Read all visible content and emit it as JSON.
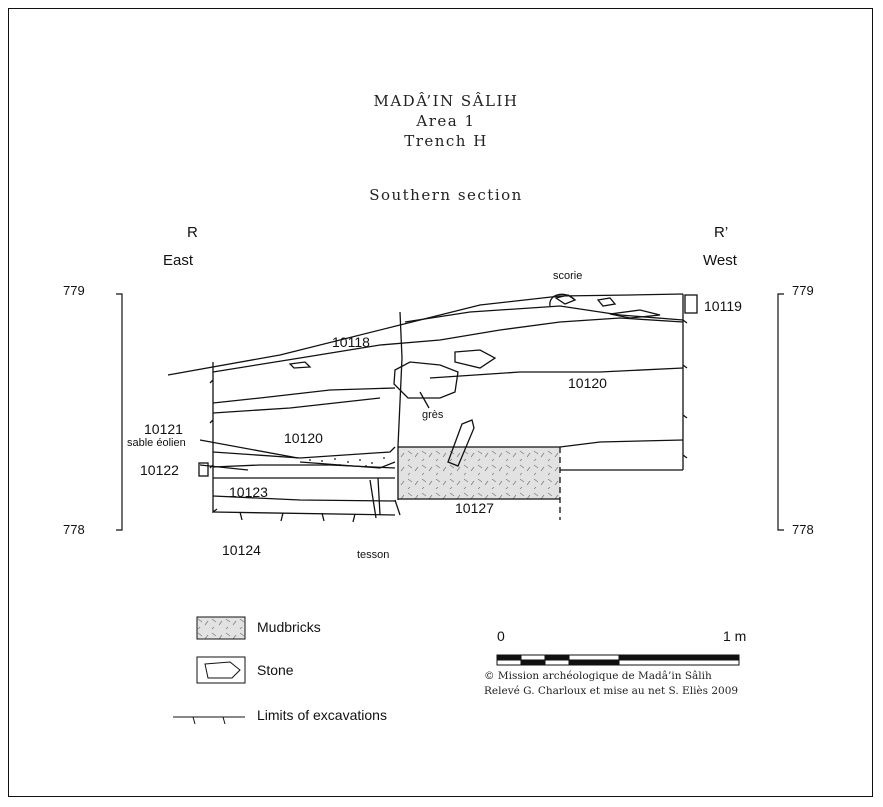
{
  "title": {
    "site": "MADÂ’IN SÂLIH",
    "area": "Area 1",
    "trench": "Trench H",
    "section": "Southern section"
  },
  "orientation": {
    "left_point": "R",
    "left_dir": "East",
    "right_point": "R’",
    "right_dir": "West"
  },
  "elevation": {
    "top": "779",
    "bottom": "778"
  },
  "units": {
    "u10118": "10118",
    "u10119": "10119",
    "u10120a": "10120",
    "u10120b": "10120",
    "u10121": "10121",
    "u10121_desc": "sable éolien",
    "u10122": "10122",
    "u10123": "10123",
    "u10124": "10124",
    "u10127": "10127"
  },
  "annotations": {
    "scorie": "scorie",
    "gres": "grès",
    "tesson": "tesson"
  },
  "legend": {
    "mudbricks": "Mudbricks",
    "stone": "Stone",
    "limits": "Limits of excavations"
  },
  "scale": {
    "start": "0",
    "end": "1 m"
  },
  "credits": {
    "line1": "© Mission archéologique de Madâ’in Sâlih",
    "line2": "Relevé G. Charloux et mise au net S. Eliès 2009"
  },
  "colors": {
    "mudbrick_fill": "#e2e2e2",
    "ink": "#111111"
  }
}
